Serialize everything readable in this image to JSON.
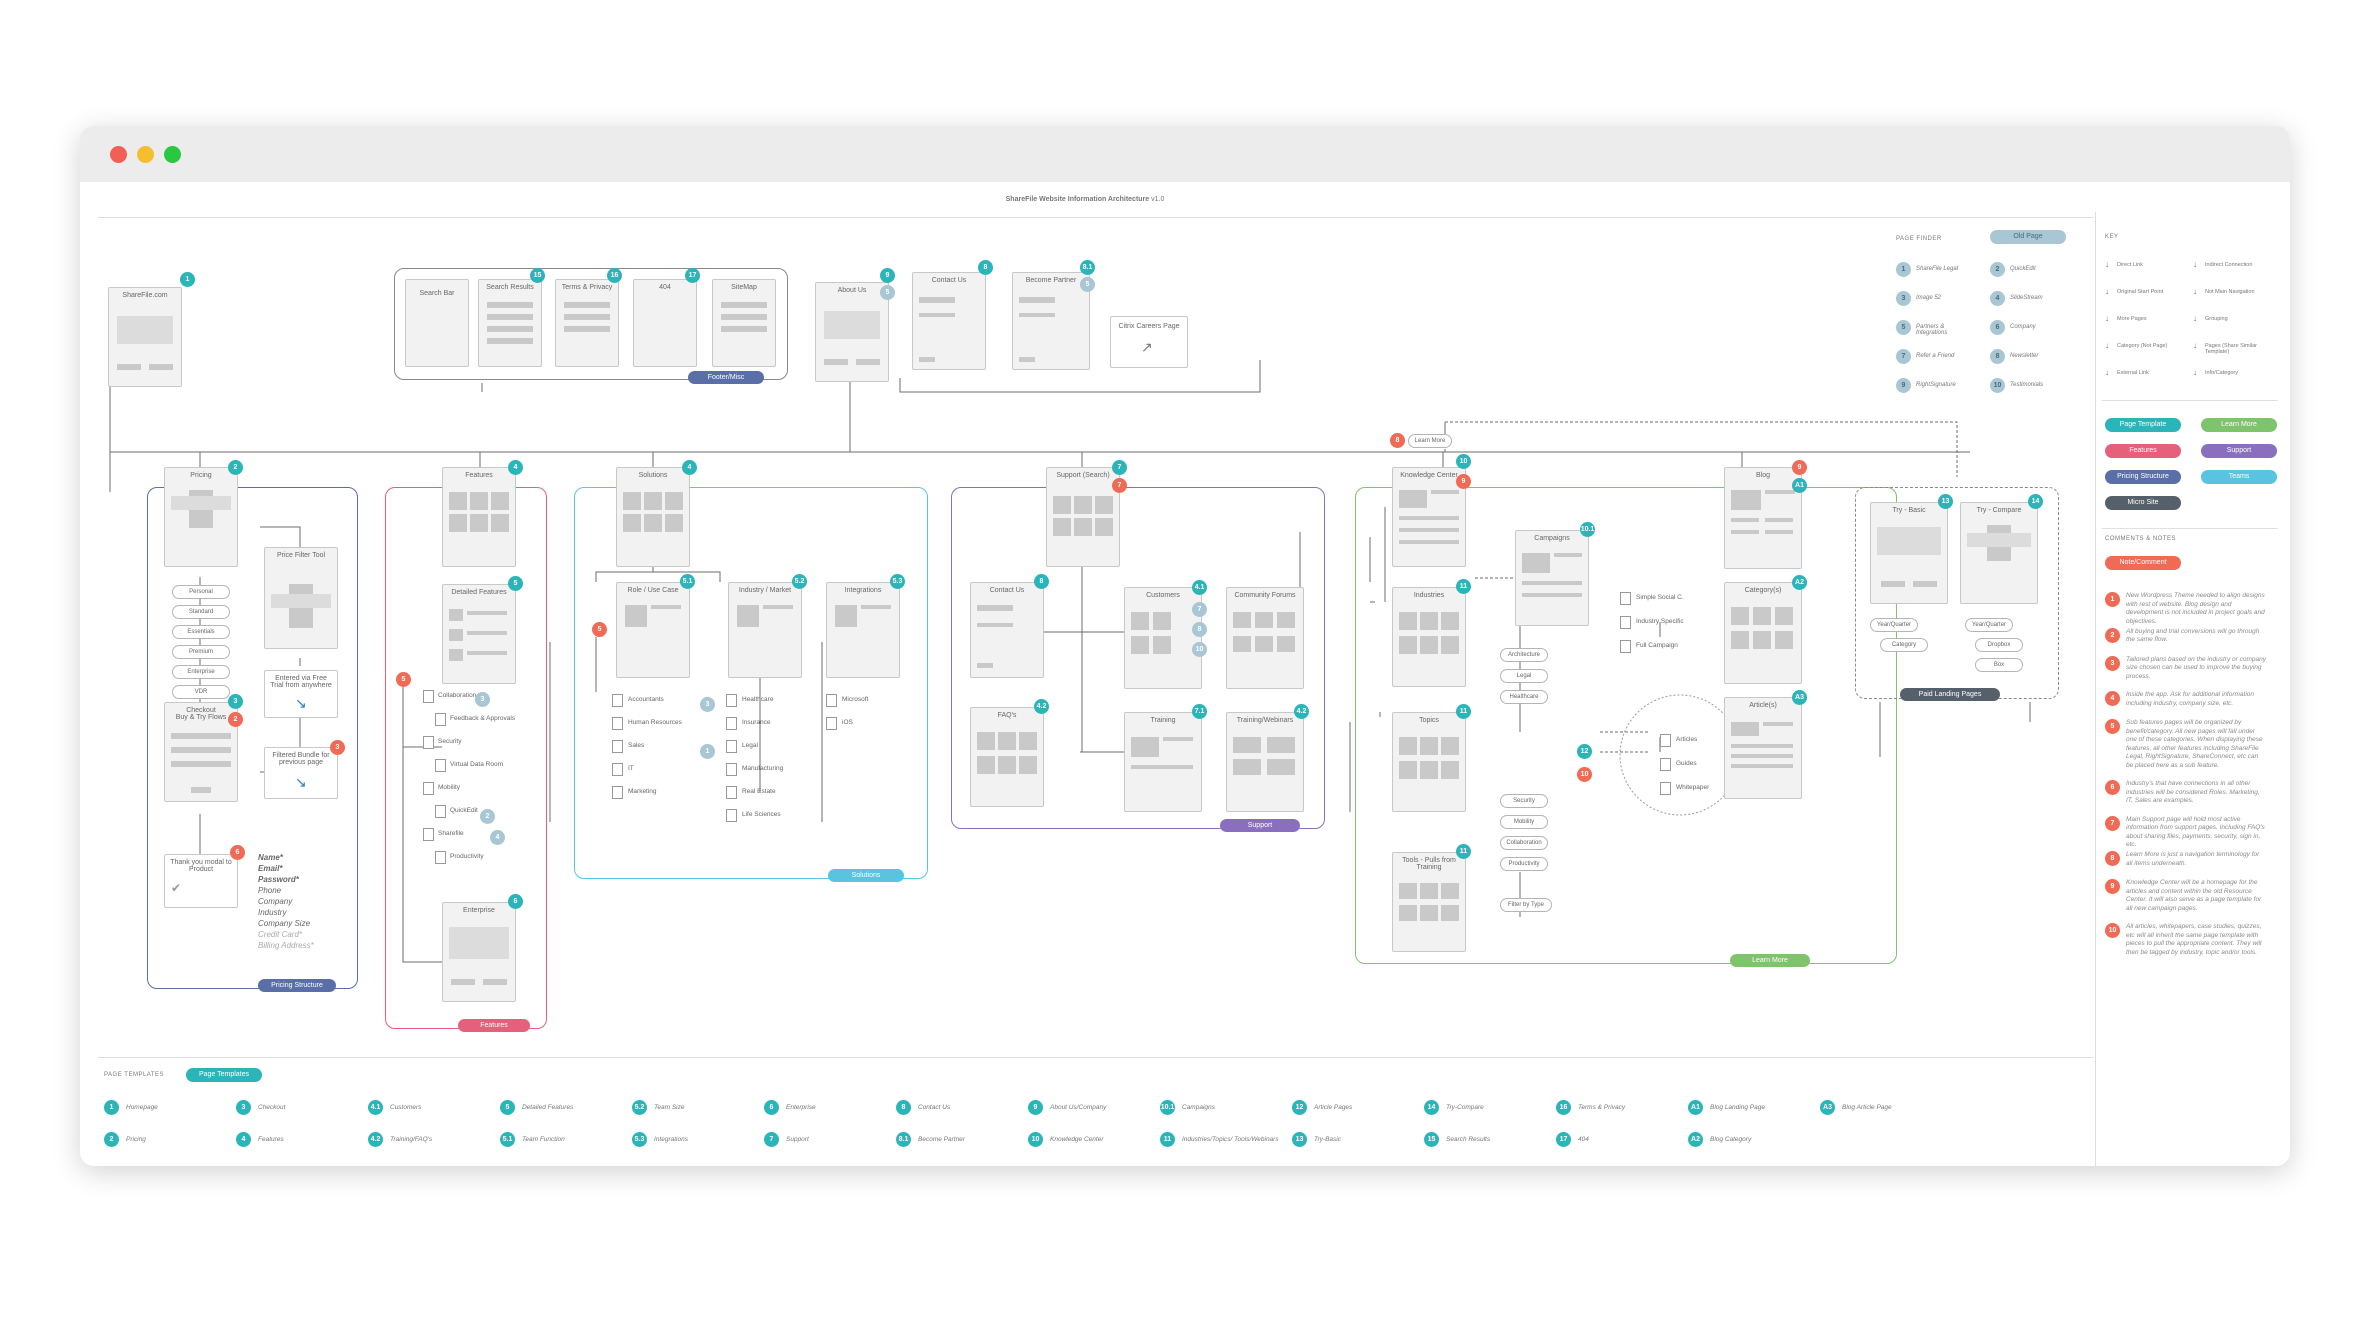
{
  "title": "ShareFile Website Information Architecture",
  "version": "v1.0",
  "colors": {
    "teal": "#2bb5b8",
    "coral": "#f06a55",
    "green": "#7ec46b",
    "purple": "#8b6fbf",
    "navy": "#5a6fa8",
    "pink": "#e5607a",
    "sky": "#5ac3e0"
  },
  "window_controls": [
    "close",
    "minimize",
    "maximize"
  ],
  "top_pages": {
    "sharefile": {
      "label": "ShareFile.com",
      "num": "1"
    },
    "search_bar": "Search Bar",
    "search_results": {
      "label": "Search Results",
      "num": "15"
    },
    "terms": {
      "label": "Terms & Privacy",
      "num": "16"
    },
    "p404": {
      "label": "404",
      "num": "17"
    },
    "sitemap": "SiteMap",
    "footer_tag": "Footer/Misc",
    "about": {
      "label": "About Us",
      "num": "9",
      "num2": "5"
    },
    "contact": {
      "label": "Contact Us",
      "num": "8"
    },
    "partner": {
      "label": "Become Partner",
      "num": "8.1",
      "num2": "5"
    },
    "careers": "Citrix Careers Page"
  },
  "pricing": {
    "label": "Pricing",
    "num": "2",
    "tag": "Pricing Structure",
    "price_filter": "Price Filter Tool",
    "plans": [
      "Personal",
      "Standard",
      "Essentials",
      "Premium",
      "Enterprise",
      "VDR"
    ],
    "checkout": {
      "label": "Checkout\nBuy & Try Flows",
      "num": "3",
      "num2": "2"
    },
    "free_trial": "Entered via Free Trial from anywhere",
    "filtered": {
      "label": "Filtered Bundle for previous page",
      "num": "3"
    },
    "thankyou": {
      "label": "Thank you modal to Product",
      "num": "6"
    },
    "form_fields": [
      "Name*",
      "Email*",
      "Password*",
      "Phone",
      "Company",
      "Industry",
      "Company Size",
      "Credit Card*",
      "Billing Address*"
    ]
  },
  "features": {
    "label": "Features",
    "num": "4",
    "tag": "Features",
    "detailed": {
      "label": "Detailed Features",
      "num": "5"
    },
    "items": [
      "Collaboration",
      "Feedback & Approvals",
      "Security",
      "Virtual Data Room",
      "Mobility",
      "QuickEdit",
      "Sharefile",
      "Productivity"
    ],
    "item_badges": {
      "collab": "3",
      "quickedit": "2",
      "sharefile": "4"
    },
    "side_num": "5",
    "enterprise": {
      "label": "Enterprise",
      "num": "6"
    }
  },
  "solutions": {
    "label": "Solutions",
    "num": "4",
    "tag": "Solutions",
    "role": {
      "label": "Role / Use Case",
      "num": "5.1"
    },
    "industry": {
      "label": "Industry / Market",
      "num": "5.2"
    },
    "integrations": {
      "label": "Integrations",
      "num": "5.3"
    },
    "role_items": [
      "Accountants",
      "Human Resources",
      "Sales",
      "IT",
      "Marketing"
    ],
    "industry_items": [
      "Healthcare",
      "Insurance",
      "Legal",
      "Manufacturing",
      "Real Estate",
      "Life Sciences"
    ],
    "integ_items": [
      "Microsoft",
      "iOS"
    ],
    "side_num": "5",
    "mid_nums": [
      "3",
      "1"
    ]
  },
  "support": {
    "label": "Support (Search)",
    "num": "7",
    "num2": "7",
    "tag": "Support",
    "contact": {
      "label": "Contact Us",
      "num": "8"
    },
    "customers": {
      "label": "Customers",
      "num": "4.1",
      "badges": [
        "7",
        "8",
        "10"
      ]
    },
    "forums": "Community Forums",
    "faqs": {
      "label": "FAQ's",
      "num": "4.2"
    },
    "training": {
      "label": "Training",
      "num": "7.1"
    },
    "webinars": {
      "label": "Training/Webinars",
      "num": "4.2"
    }
  },
  "learn_more": {
    "label": "Learn More",
    "num": "8",
    "tag": "Learn More",
    "knowledge": {
      "label": "Knowledge Center",
      "num": "10",
      "num2": "9"
    },
    "campaigns": {
      "label": "Campaigns",
      "num": "10.1"
    },
    "campaign_items": [
      "Simple Social C.",
      "Industry Specific",
      "Full Campaign"
    ],
    "industries": {
      "label": "Industries",
      "num": "11"
    },
    "industry_tags": [
      "Architecture",
      "Legal",
      "Healthcare"
    ],
    "topics": {
      "label": "Topics",
      "num": "11"
    },
    "topic_tags": [
      "Security",
      "Mobility",
      "Collaboration",
      "Productivity"
    ],
    "tools": {
      "label": "Tools - Pulls from Training",
      "num": "11"
    },
    "filter": "Filter by Type",
    "circle_items": [
      "Articles",
      "Guides",
      "Whitepaper"
    ],
    "circle_nums": [
      "12",
      "10"
    ],
    "blog": {
      "label": "Blog",
      "num": "9",
      "num2": "A1"
    },
    "category": {
      "label": "Category(s)",
      "num": "A2"
    },
    "articles": {
      "label": "Article(s)",
      "num": "A3"
    }
  },
  "paid": {
    "tag": "Paid Landing Pages",
    "basic": {
      "label": "Try - Basic",
      "num": "13",
      "sub": [
        "Year/Quarter",
        "Category"
      ]
    },
    "compare": {
      "label": "Try - Compare",
      "num": "14",
      "sub": [
        "Year/Quarter",
        "Dropbox",
        "Box"
      ]
    }
  },
  "page_finder": {
    "heading": "PAGE FINDER",
    "button": "Old Page",
    "items": [
      {
        "n": "1",
        "t": "ShareFile Legal"
      },
      {
        "n": "2",
        "t": "QuickEdit"
      },
      {
        "n": "3",
        "t": "Image 52"
      },
      {
        "n": "4",
        "t": "SlideStream"
      },
      {
        "n": "5",
        "t": "Partners & Integrations"
      },
      {
        "n": "6",
        "t": "Company"
      },
      {
        "n": "7",
        "t": "Refer a Friend"
      },
      {
        "n": "8",
        "t": "Newsletter"
      },
      {
        "n": "9",
        "t": "RightSignature"
      },
      {
        "n": "10",
        "t": "Testimonials"
      }
    ]
  },
  "key": {
    "heading": "KEY",
    "items": [
      "Direct Link",
      "Indirect Connection",
      "Original Start Point",
      "Not Main Navigation",
      "More Pages",
      "Grouping",
      "Category (Not Page)",
      "Pages (Share Similar Template)",
      "External Link",
      "Info/Category"
    ]
  },
  "legend_pills": [
    {
      "t": "Page Template",
      "c": "#2bb5b8"
    },
    {
      "t": "Learn More",
      "c": "#7ec46b"
    },
    {
      "t": "Features",
      "c": "#e5607a"
    },
    {
      "t": "Support",
      "c": "#8b6fbf"
    },
    {
      "t": "Pricing Structure",
      "c": "#5a6fa8"
    },
    {
      "t": "Teams",
      "c": "#5ac3e0"
    },
    {
      "t": "Micro Site",
      "c": "#55606b"
    }
  ],
  "comments": {
    "heading": "COMMENTS & NOTES",
    "button": "Note/Comment",
    "notes": [
      {
        "n": "1",
        "t": "New Wordpress Theme needed to align designs with rest of website. Blog design and development is not included in project goals and objectives."
      },
      {
        "n": "2",
        "t": "All buying and trial conversions will go through the same flow."
      },
      {
        "n": "3",
        "t": "Tailored plans based on the industry or company size chosen can be used to improve the buying process."
      },
      {
        "n": "4",
        "t": "Inside the app. Ask for additional information including industry, company size, etc."
      },
      {
        "n": "5",
        "t": "Sub features pages will be organized by benefit/category. All new pages will fall under one of these categories. When displaying these features, all other features including ShareFile Legal, RightSignature, ShareConnect, etc can be placed here as a sub feature."
      },
      {
        "n": "6",
        "t": "Industry's that have connections in all other industries will be considered Roles. Marketing, IT, Sales are examples."
      },
      {
        "n": "7",
        "t": "Main Support page will hold most active information from support pages. Including FAQ's about sharing files, payments, security, sign in, etc."
      },
      {
        "n": "8",
        "t": "Learn More is just a navigation terminology for all items underneath."
      },
      {
        "n": "9",
        "t": "Knowledge Center will be a homepage for the articles and content within the old Resource Center. It will also serve as a page template for all new campaign pages."
      },
      {
        "n": "10",
        "t": "All articles, whitepapers, case studies, quizzes, etc will all inherit the same page template with pieces to pull the appropriate content. They will then be tagged by industry, topic and/or tools."
      }
    ]
  },
  "templates": {
    "heading": "PAGE TEMPLATES",
    "button": "Page Templates",
    "row1": [
      {
        "n": "1",
        "t": "Homepage"
      },
      {
        "n": "3",
        "t": "Checkout"
      },
      {
        "n": "4.1",
        "t": "Customers"
      },
      {
        "n": "5",
        "t": "Detailed Features"
      },
      {
        "n": "5.2",
        "t": "Team Size"
      },
      {
        "n": "6",
        "t": "Enterprise"
      },
      {
        "n": "8",
        "t": "Contact Us"
      },
      {
        "n": "9",
        "t": "About Us/Company"
      },
      {
        "n": "10.1",
        "t": "Campaigns"
      },
      {
        "n": "12",
        "t": "Article Pages"
      },
      {
        "n": "14",
        "t": "Try-Compare"
      },
      {
        "n": "16",
        "t": "Terms & Privacy"
      },
      {
        "n": "A1",
        "t": "Blog Landing Page"
      },
      {
        "n": "A3",
        "t": "Blog Article Page"
      }
    ],
    "row2": [
      {
        "n": "2",
        "t": "Pricing"
      },
      {
        "n": "4",
        "t": "Features"
      },
      {
        "n": "4.2",
        "t": "Training/FAQ's"
      },
      {
        "n": "5.1",
        "t": "Team Function"
      },
      {
        "n": "5.3",
        "t": "Integrations"
      },
      {
        "n": "7",
        "t": "Support"
      },
      {
        "n": "8.1",
        "t": "Become Partner"
      },
      {
        "n": "10",
        "t": "Knowledge Center"
      },
      {
        "n": "11",
        "t": "Industries/Topics/ Tools/Webinars"
      },
      {
        "n": "13",
        "t": "Try-Basic"
      },
      {
        "n": "15",
        "t": "Search Results"
      },
      {
        "n": "17",
        "t": "404"
      },
      {
        "n": "A2",
        "t": "Blog Category"
      }
    ]
  }
}
